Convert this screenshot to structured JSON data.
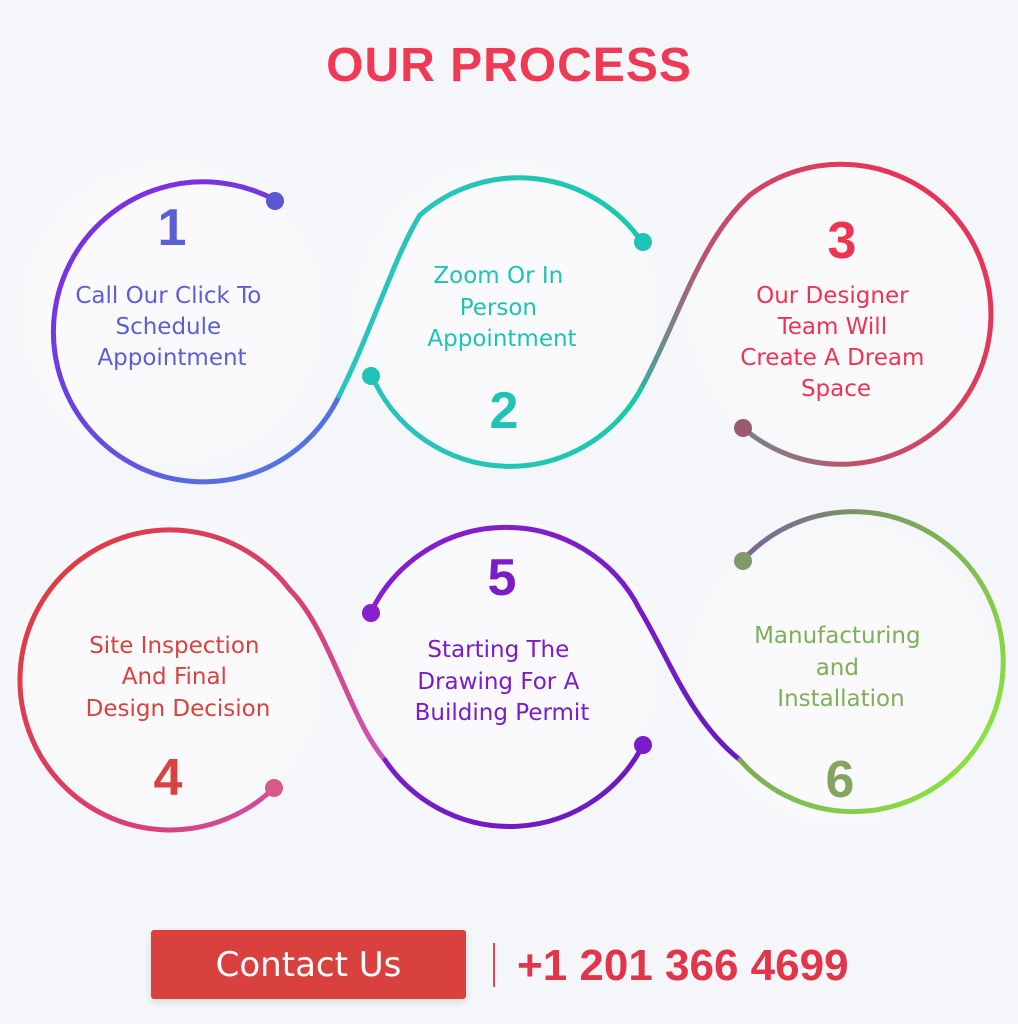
{
  "title": "OUR PROCESS",
  "colors": {
    "title": "#f03a55",
    "background": "#f5f6f9",
    "button": "#d9413f",
    "phone": "#e2354a"
  },
  "steps": [
    {
      "number": "1",
      "lines": [
        "Call Our Click To",
        "Schedule",
        "Appointment"
      ],
      "number_color": "#5b5fd6",
      "text_color": "#5b5fd6"
    },
    {
      "number": "2",
      "lines": [
        "Zoom Or In",
        "Person",
        "Appointment"
      ],
      "number_color": "#1ec3b6",
      "text_color": "#1ec3b6"
    },
    {
      "number": "3",
      "lines": [
        "Our Designer",
        "Team Will",
        "Create A Dream",
        "Space"
      ],
      "number_color": "#f0344f",
      "text_color": "#f0344f"
    },
    {
      "number": "4",
      "lines": [
        "Site Inspection",
        "And Final",
        "Design Decision"
      ],
      "number_color": "#d7433e",
      "text_color": "#d7433e"
    },
    {
      "number": "5",
      "lines": [
        "Starting The",
        "Drawing For A",
        "Building Permit"
      ],
      "number_color": "#7a1cc8",
      "text_color": "#7a1cc8"
    },
    {
      "number": "6",
      "lines": [
        "Manufacturing",
        "and",
        "Installation"
      ],
      "number_color": "#83a560",
      "text_color": "#7fae59"
    }
  ],
  "contact": {
    "button_label": "Contact Us",
    "phone": "+1 201 366 4699"
  }
}
